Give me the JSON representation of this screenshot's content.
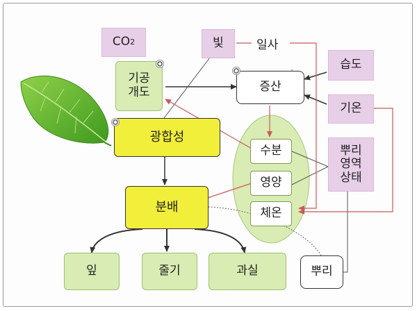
{
  "nodes": {
    "co2": "CO",
    "co2_sub": "2",
    "light": "빛",
    "sunshine": "일사",
    "humidity": "습도",
    "temperature": "기온",
    "root_zone": "뿌리\n영역\n상태",
    "stomata": "기공\n개도",
    "transpiration": "증산",
    "photosynthesis": "광합성",
    "moisture": "수분",
    "nutrition": "영양",
    "body_temp": "체온",
    "distribution": "분배",
    "leaf": "잎",
    "stem": "줄기",
    "fruit": "과실",
    "root": "뿌리"
  },
  "colors": {
    "pink_box": "#e8cfe8",
    "green_box": "#d8ecb4",
    "yellow_box": "#f2ef3a",
    "red_arrow": "#c95a5a",
    "dark_arrow": "#333333"
  }
}
